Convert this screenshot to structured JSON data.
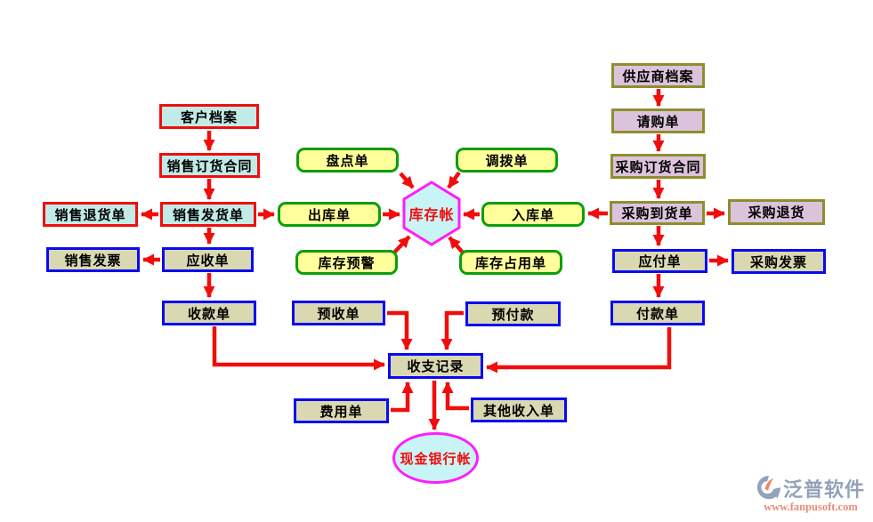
{
  "nodes": {
    "customer_archive": "客户档案",
    "sales_order_contract": "销售订货合同",
    "sales_return": "销售退货单",
    "sales_delivery": "销售发货单",
    "sales_invoice": "销售发票",
    "receivable": "应收单",
    "receipt": "收款单",
    "stocktaking": "盘点单",
    "transfer": "调拨单",
    "outbound": "出库单",
    "inventory_account": "库存帐",
    "inbound": "入库单",
    "inventory_alert": "库存预警",
    "inventory_occupy": "库存占用单",
    "supplier_archive": "供应商档案",
    "purchase_request": "请购单",
    "purchase_order_contract": "采购订货合同",
    "purchase_arrival": "采购到货单",
    "purchase_return": "采购退货",
    "payable": "应付单",
    "purchase_invoice": "采购发票",
    "payment": "付款单",
    "advance_receipt": "预收单",
    "advance_payment": "预付款",
    "income_expense": "收支记录",
    "expense": "费用单",
    "other_income": "其他收入单",
    "cash_bank": "现金银行帐"
  },
  "edges": [
    {
      "from": "customer_archive",
      "to": "sales_order_contract"
    },
    {
      "from": "sales_order_contract",
      "to": "sales_delivery"
    },
    {
      "from": "sales_delivery",
      "to": "sales_return"
    },
    {
      "from": "sales_delivery",
      "to": "outbound"
    },
    {
      "from": "sales_delivery",
      "to": "receivable"
    },
    {
      "from": "receivable",
      "to": "sales_invoice"
    },
    {
      "from": "receivable",
      "to": "receipt"
    },
    {
      "from": "receipt",
      "to": "income_expense"
    },
    {
      "from": "stocktaking",
      "to": "inventory_account"
    },
    {
      "from": "transfer",
      "to": "inventory_account"
    },
    {
      "from": "outbound",
      "to": "inventory_account"
    },
    {
      "from": "inbound",
      "to": "inventory_account"
    },
    {
      "from": "inventory_alert",
      "to": "inventory_account"
    },
    {
      "from": "inventory_occupy",
      "to": "inventory_account"
    },
    {
      "from": "supplier_archive",
      "to": "purchase_request"
    },
    {
      "from": "purchase_request",
      "to": "purchase_order_contract"
    },
    {
      "from": "purchase_order_contract",
      "to": "purchase_arrival"
    },
    {
      "from": "purchase_arrival",
      "to": "inbound"
    },
    {
      "from": "purchase_arrival",
      "to": "purchase_return"
    },
    {
      "from": "purchase_arrival",
      "to": "payable"
    },
    {
      "from": "payable",
      "to": "purchase_invoice"
    },
    {
      "from": "payable",
      "to": "payment"
    },
    {
      "from": "payment",
      "to": "income_expense"
    },
    {
      "from": "advance_receipt",
      "to": "income_expense"
    },
    {
      "from": "advance_payment",
      "to": "income_expense"
    },
    {
      "from": "expense",
      "to": "income_expense"
    },
    {
      "from": "other_income",
      "to": "income_expense"
    },
    {
      "from": "income_expense",
      "to": "cash_bank"
    }
  ],
  "colors": {
    "arrow_red": "#f20d0d",
    "cyan_fill": "#c2ebe7",
    "red_border": "#f20d0d",
    "yellow_fill": "#ffff9c",
    "green_border": "#0b9e0b",
    "plum_fill": "#dcc3dc",
    "olive_border": "#8e8e2e",
    "tan_fill": "#d9d8b0",
    "blue_border": "#0a0af0",
    "hex_fill": "#c9f4f6",
    "magenta_border": "#ff1cff"
  },
  "watermark": {
    "brand": "泛普软件",
    "url": "www.fanpusoft.com"
  }
}
